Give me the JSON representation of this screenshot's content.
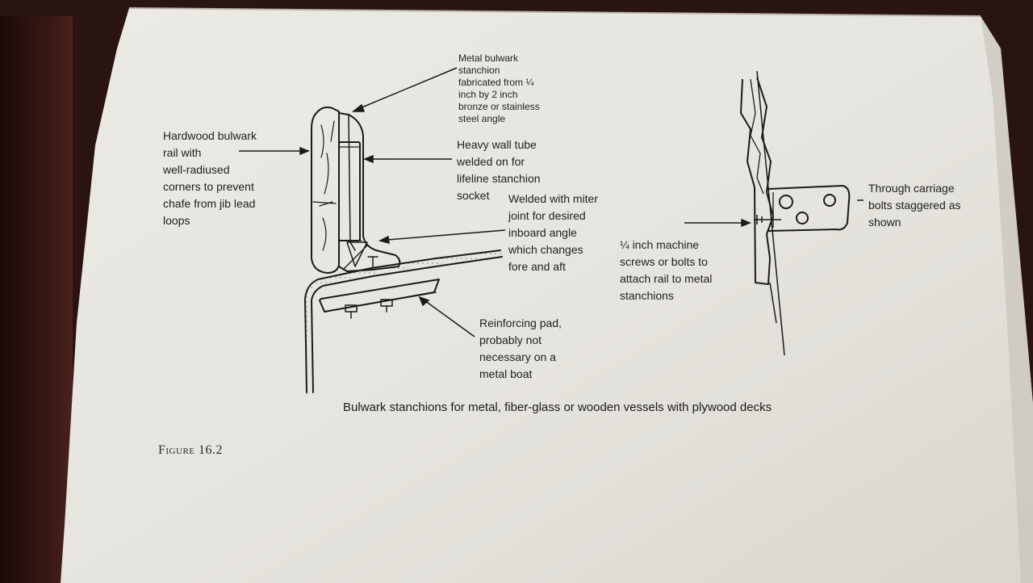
{
  "figure": {
    "label": "Figure 16.2",
    "caption": "Bulwark stanchions for metal, fiber-glass or wooden vessels with plywood decks"
  },
  "annotations": {
    "metal_stanchion": "Metal bulwark\nstanchion\nfabricated from ¼\ninch by 2 inch\nbronze or stainless\nsteel angle",
    "hardwood_rail": "Hardwood bulwark\nrail with\nwell-radiused\ncorners to prevent\nchafe from jib lead\nloops",
    "heavy_tube": "Heavy wall tube\nwelded on for\nlifeline stanchion\nsocket",
    "welded_miter": "Welded with miter\njoint for desired\ninboard angle\nwhich changes\nfore and aft",
    "reinforcing_pad": "Reinforcing pad,\nprobably not\nnecessary on a\nmetal boat",
    "machine_screws": "¼ inch machine\nscrews or bolts to\nattach rail to metal\nstanchions",
    "carriage_bolts": "Through carriage\nbolts staggered as\nshown"
  },
  "colors": {
    "paper": "#e8e6e0",
    "ink": "#1f1f1f",
    "background": "#2a1411"
  }
}
